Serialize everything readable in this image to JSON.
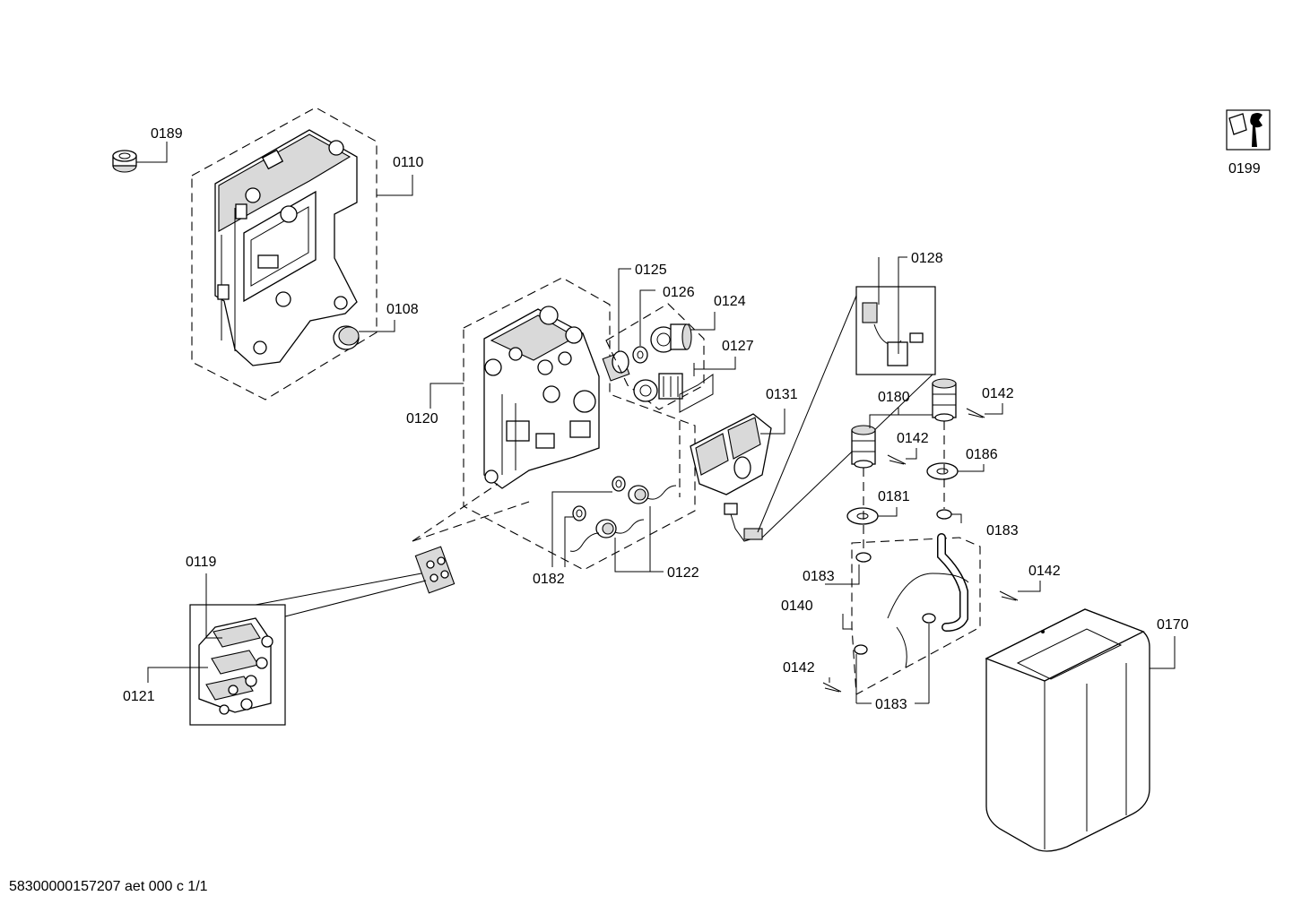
{
  "labels": {
    "p0189": "0189",
    "p0110": "0110",
    "p0108": "0108",
    "p0199": "0199",
    "p0125": "0125",
    "p0126": "0126",
    "p0124": "0124",
    "p0127": "0127",
    "p0120": "0120",
    "p0131": "0131",
    "p0128": "0128",
    "p0180": "0180",
    "p0142a": "0142",
    "p0142b": "0142",
    "p0186": "0186",
    "p0181": "0181",
    "p0183a": "0183",
    "p0183b": "0183",
    "p0183c": "0183",
    "p0142c": "0142",
    "p0142d": "0142",
    "p0140": "0140",
    "p0170": "0170",
    "p0119": "0119",
    "p0121": "0121",
    "p0182": "0182",
    "p0122": "0122"
  },
  "footer": {
    "doc_id": "58300000157207 aet 000 c 1/1"
  }
}
